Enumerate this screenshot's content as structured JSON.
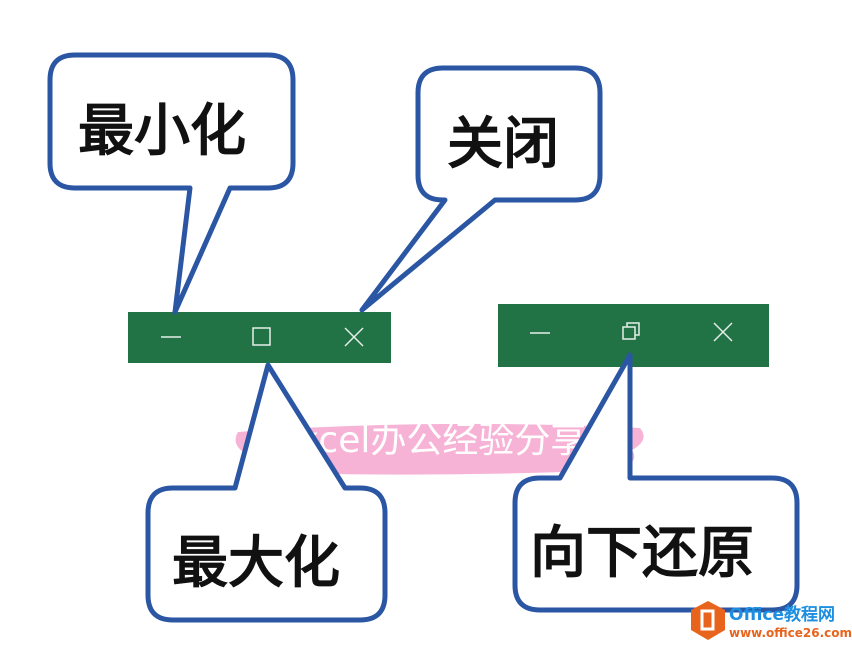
{
  "callouts": {
    "minimize": "最小化",
    "close": "关闭",
    "maximize": "最大化",
    "restore_down": "向下还原"
  },
  "title_bars": [
    {
      "buttons": [
        "minimize-icon",
        "maximize-icon",
        "close-icon"
      ]
    },
    {
      "buttons": [
        "minimize-icon",
        "restore-icon",
        "close-icon"
      ]
    }
  ],
  "watermark": "Excel办公经验分享",
  "logo": {
    "name": "Office教程网",
    "url": "www.office26.com"
  },
  "colors": {
    "callout_border": "#2b56a3",
    "title_bar": "#217346",
    "watermark_bg": "#f7b3d6",
    "logo_orange": "#e8641c",
    "logo_blue": "#1e8fe0"
  }
}
